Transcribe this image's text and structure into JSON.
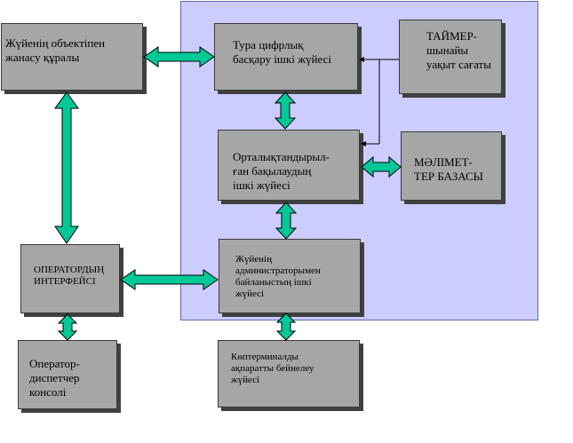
{
  "boxes": {
    "contact": "Жүйенің объектіпен\nжанасу құралы",
    "direct_control": "Тура цифрлық\nбасқару ішкі жүйесі",
    "timer": "ТАЙМЕР-\nшынайы\nуақыт сағаты",
    "centralized": "Орталықтандырыл-\nған бақылаудың\nішкі жүйесі",
    "database": "МӘЛІМЕТ-\nТЕР БАЗАСЫ",
    "operator_interface": "ОПЕРАТОРДЫҢ\nИНТЕРФЕЙСІ",
    "admin_link": "Жүйенің\nадминистраторымен\nбайланыстың ішкі\nжүйесі",
    "operator_console": "Оператор-\nдиспетчер\nконсолі",
    "multi_terminal": "Көптерминалды\nақпаратты бейнелеу\nжүйесі"
  },
  "colors": {
    "panel": "#ccccff",
    "box": "#a6a6a6",
    "arrow": "#00c896"
  }
}
